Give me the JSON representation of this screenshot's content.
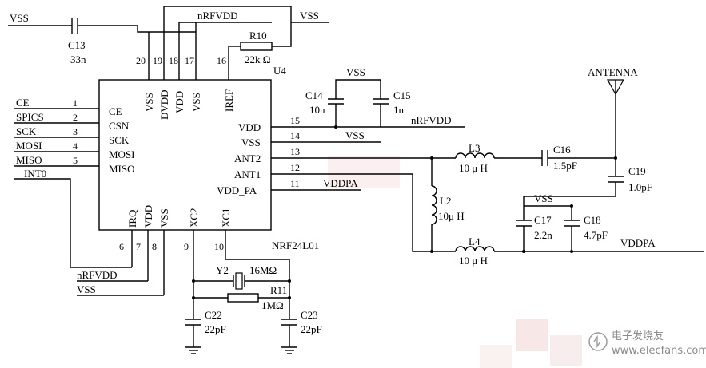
{
  "chip": {
    "ref": "U4",
    "part": "NRF24L01",
    "left_pins": [
      {
        "num": "1",
        "name": "CE",
        "net": "CE"
      },
      {
        "num": "2",
        "name": "CSN",
        "net": "SPICS"
      },
      {
        "num": "3",
        "name": "SCK",
        "net": "SCK"
      },
      {
        "num": "4",
        "name": "MOSI",
        "net": "MOSI"
      },
      {
        "num": "5",
        "name": "MISO",
        "net": "MISO"
      }
    ],
    "top_pins": [
      {
        "num": "20",
        "name": "VSS"
      },
      {
        "num": "19",
        "name": "DVDD"
      },
      {
        "num": "18",
        "name": "VDD"
      },
      {
        "num": "17",
        "name": "VSS"
      },
      {
        "num": "16",
        "name": "IREF"
      }
    ],
    "right_pins": [
      {
        "num": "15",
        "name": "VDD"
      },
      {
        "num": "14",
        "name": "VSS"
      },
      {
        "num": "13",
        "name": "ANT2"
      },
      {
        "num": "12",
        "name": "ANT1"
      },
      {
        "num": "11",
        "name": "VDD_PA"
      }
    ],
    "bottom_pins": [
      {
        "num": "6",
        "name": "IRQ"
      },
      {
        "num": "7",
        "name": "VDD"
      },
      {
        "num": "8",
        "name": "VSS"
      },
      {
        "num": "9",
        "name": "XC2"
      },
      {
        "num": "10",
        "name": "XC1"
      }
    ]
  },
  "nets": {
    "int0": "INT0",
    "vss": "VSS",
    "nrfvdd": "nRFVDD",
    "vddpa": "VDDPA",
    "antenna": "ANTENNA"
  },
  "components": {
    "c13": {
      "ref": "C13",
      "value": "33n"
    },
    "r10": {
      "ref": "R10",
      "value": "22k Ω"
    },
    "c14": {
      "ref": "C14",
      "value": "10n"
    },
    "c15": {
      "ref": "C15",
      "value": "1n"
    },
    "l3": {
      "ref": "L3",
      "value": "10 μ H"
    },
    "c16": {
      "ref": "C16",
      "value": "1.5pF"
    },
    "c19": {
      "ref": "C19",
      "value": "1.0pF"
    },
    "l2": {
      "ref": "L2",
      "value": "10μ H"
    },
    "c17": {
      "ref": "C17",
      "value": "2.2n"
    },
    "c18": {
      "ref": "C18",
      "value": "4.7pF"
    },
    "l4": {
      "ref": "L4",
      "value": "10 μ H"
    },
    "y2": {
      "ref": "Y2",
      "value": "16MΩ"
    },
    "r11": {
      "ref": "R11",
      "value": "1MΩ"
    },
    "c22": {
      "ref": "C22",
      "value": "22pF"
    },
    "c23": {
      "ref": "C23",
      "value": "22pF"
    }
  },
  "watermark": {
    "text": "电子发烧友",
    "url": "www.elecfans.com",
    "color": "#f3c8c8"
  }
}
